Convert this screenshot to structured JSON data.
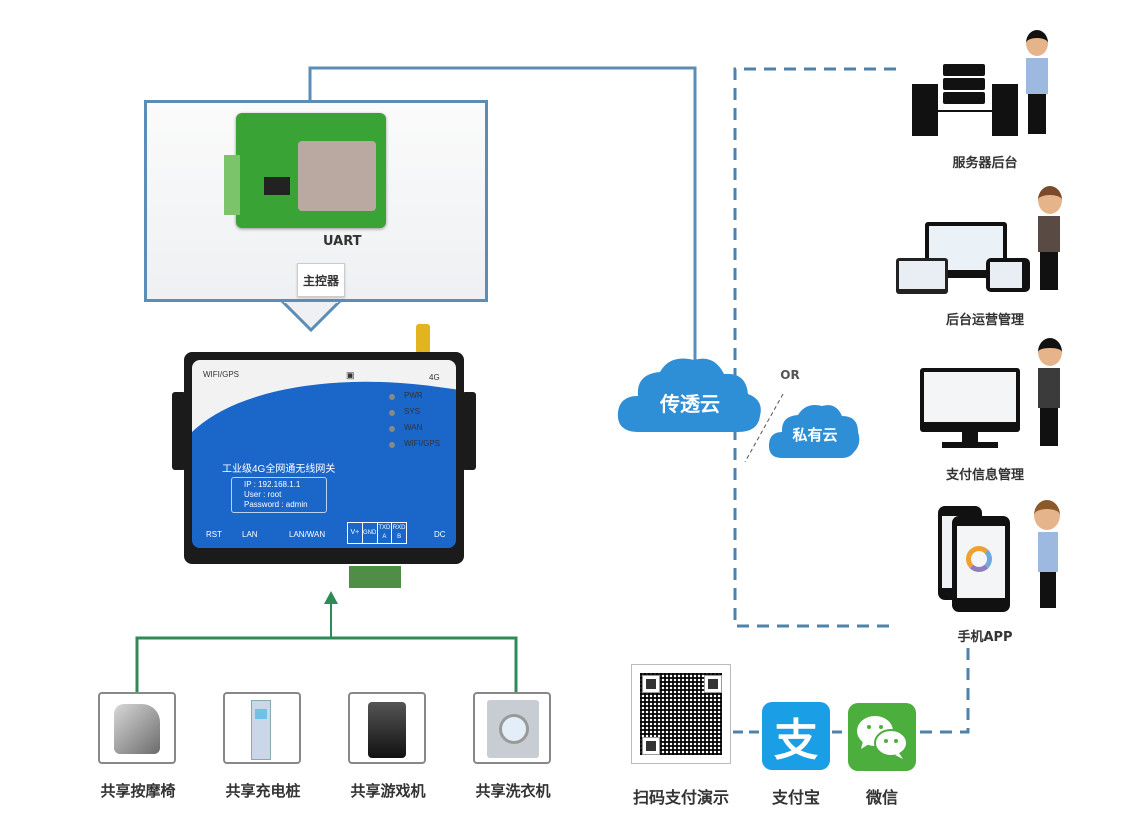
{
  "module_panel": {
    "interface_label": "UART",
    "controller_label": "主控器"
  },
  "gateway": {
    "title": "工业级4G全网通无线网关",
    "top_left_label": "WIFI/GPS",
    "top_right_label": "4G",
    "leds": [
      "PWR",
      "SYS",
      "WAN",
      "WIFI/GPS"
    ],
    "info_lines": [
      "IP : 192.168.1.1",
      "User : root",
      "Password : admin"
    ],
    "ports": [
      "RST",
      "LAN",
      "LAN/WAN"
    ],
    "terminals": [
      "V+",
      "GND",
      "TXD A",
      "RXD B"
    ],
    "power_label": "DC"
  },
  "clouds": {
    "primary": "传透云",
    "or_label": "OR",
    "secondary": "私有云"
  },
  "endpoints": [
    {
      "label": "服务器后台",
      "icon": "server-icon"
    },
    {
      "label": "后台运营管理",
      "icon": "multi-device-icon"
    },
    {
      "label": "支付信息管理",
      "icon": "monitor-icon"
    },
    {
      "label": "手机APP",
      "icon": "phone-icon"
    }
  ],
  "devices": [
    {
      "label": "共享按摩椅",
      "icon": "massage-chair-icon"
    },
    {
      "label": "共享充电桩",
      "icon": "charging-pile-icon"
    },
    {
      "label": "共享游戏机",
      "icon": "arcade-machine-icon"
    },
    {
      "label": "共享洗衣机",
      "icon": "washing-machine-icon"
    }
  ],
  "payments": [
    {
      "label": "扫码支付演示",
      "icon": "qr-code-icon"
    },
    {
      "label": "支付宝",
      "icon": "alipay-icon",
      "glyph": "支",
      "color": "#1a9fe6"
    },
    {
      "label": "微信",
      "icon": "wechat-icon",
      "color": "#4cae3c"
    }
  ],
  "colors": {
    "solid_line": "#5b8db6",
    "dashed_line": "#4f82a8",
    "green_line": "#2e8b57",
    "cloud": "#2f8fd6"
  }
}
